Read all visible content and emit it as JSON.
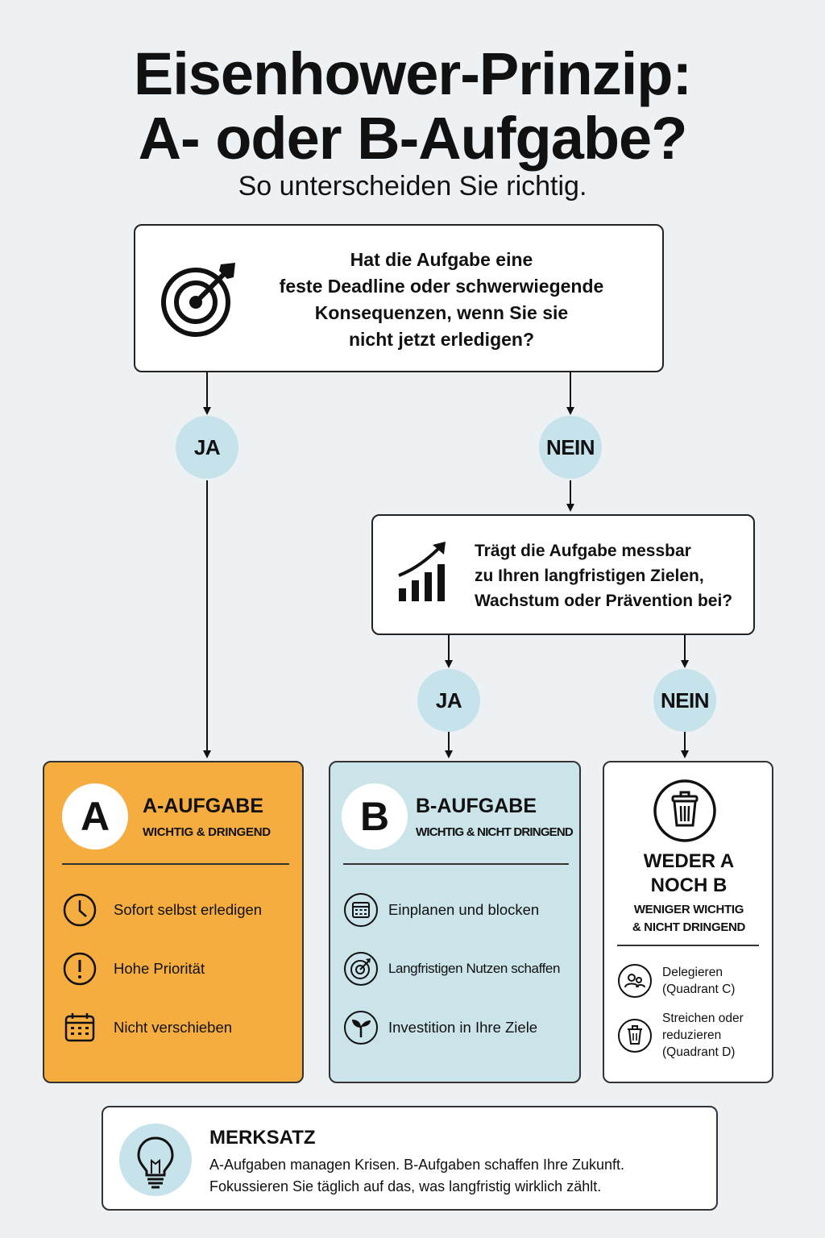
{
  "header": {
    "title_line1": "Eisenhower-Prinzip:",
    "title_line2": "A- oder B-Aufgabe?",
    "subtitle": "So unterscheiden Sie richtig."
  },
  "question1": {
    "lines": [
      "Hat die Aufgabe eine",
      "feste Deadline oder schwerwiegende",
      "Konsequenzen, wenn Sie sie",
      "nicht jetzt erledigen?"
    ],
    "icon": "target-icon"
  },
  "question2": {
    "lines": [
      "Trägt die Aufgabe messbar",
      "zu Ihren langfristigen Zielen,",
      "Wachstum oder Prävention bei?"
    ],
    "icon": "growth-chart-icon"
  },
  "answers": {
    "yes": "JA",
    "no": "NEIN"
  },
  "card_a": {
    "letter": "A",
    "title": "A-AUFGABE",
    "subtitle": "WICHTIG & DRINGEND",
    "color": "#f6ad40",
    "items": [
      {
        "label": "Sofort selbst erledigen",
        "icon": "clock-icon"
      },
      {
        "label": "Hohe Priorität",
        "icon": "exclamation-icon"
      },
      {
        "label": "Nicht verschieben",
        "icon": "calendar-icon"
      }
    ]
  },
  "card_b": {
    "letter": "B",
    "title": "B-AUFGABE",
    "subtitle": "WICHTIG & NICHT DRINGEND",
    "color": "#cbe4ea",
    "items": [
      {
        "label": "Einplanen und blocken",
        "icon": "calendar-icon"
      },
      {
        "label": "Langfristigen Nutzen schaffen",
        "icon": "target-icon"
      },
      {
        "label": "Investition in Ihre Ziele",
        "icon": "sprout-icon"
      }
    ]
  },
  "card_c": {
    "title_line1": "WEDER A",
    "title_line2": "NOCH B",
    "subtitle_line1": "WENIGER WICHTIG",
    "subtitle_line2": "& NICHT DRINGEND",
    "icon": "trash-icon",
    "items": [
      {
        "lines": [
          "Delegieren",
          "(Quadrant C)"
        ],
        "icon": "people-icon"
      },
      {
        "lines": [
          "Streichen oder",
          "reduzieren",
          "(Quadrant D)"
        ],
        "icon": "trash-icon"
      }
    ]
  },
  "note": {
    "heading": "MERKSATZ",
    "line1": "A-Aufgaben managen Krisen. B-Aufgaben schaffen Ihre Zukunft.",
    "line2": "Fokussieren Sie täglich auf das, was langfristig wirklich zählt.",
    "icon": "lightbulb-icon"
  }
}
